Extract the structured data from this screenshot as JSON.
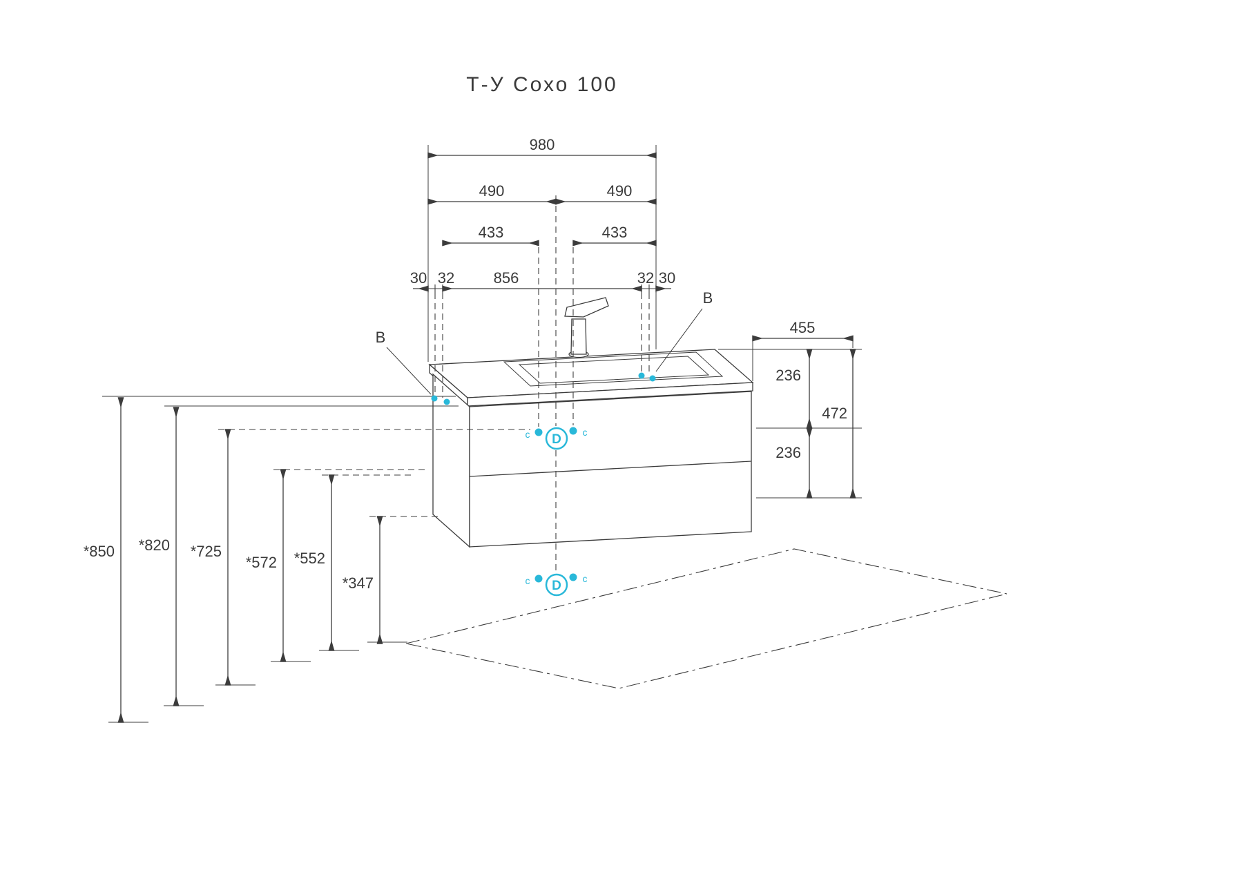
{
  "title": "Т-У Сохо 100",
  "colors": {
    "line": "#3c3c3c",
    "accent": "#29b8d9"
  },
  "dimensions": {
    "total_width": "980",
    "half_left": "490",
    "half_right": "490",
    "hole_left": "433",
    "hole_right": "433",
    "edge_left": "30",
    "offset_left": "32",
    "inner_width": "856",
    "offset_right": "32",
    "edge_right": "30",
    "depth": "455",
    "upper_height": "236",
    "total_height": "472",
    "lower_height": "236",
    "h_top": "*850",
    "h_counter_bottom": "*820",
    "h_drain": "*725",
    "h_mid": "*572",
    "h_low": "*552",
    "h_bottom": "*347"
  },
  "labels": {
    "mount_point": "В",
    "drain_marker": "D",
    "connector_marker": "c"
  }
}
